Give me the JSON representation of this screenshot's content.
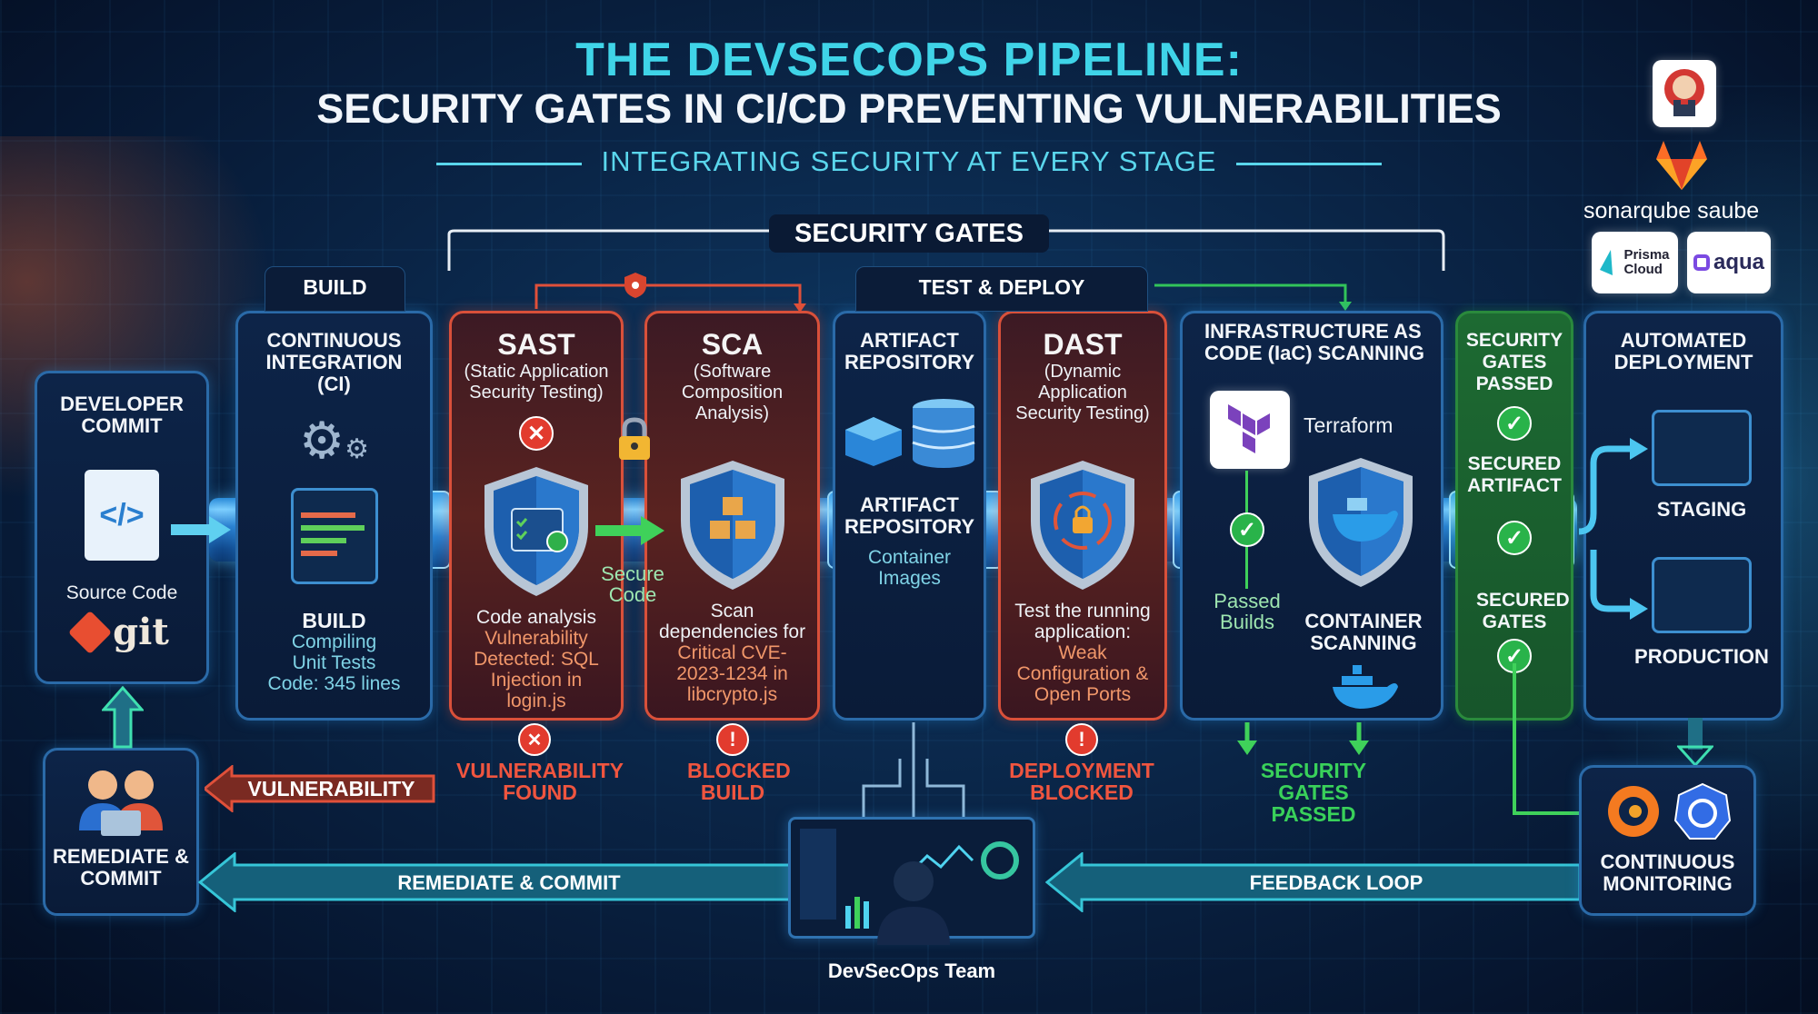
{
  "header": {
    "title_line1": "THE DEVSECOPS PIPELINE:",
    "title_line2": "SECURITY GATES IN CI/CD PREVENTING VULNERABILITIES",
    "subtitle": "INTEGRATING SECURITY AT EVERY STAGE"
  },
  "security_gates_label": "SECURITY GATES",
  "stage_tabs": {
    "build": "BUILD",
    "test_deploy": "TEST & DEPLOY"
  },
  "logos": {
    "jenkins": "Jenkins",
    "gitlab": "GitLab",
    "sonarqube": "sonarqube saube",
    "prisma_line1": "Prisma",
    "prisma_line2": "Cloud",
    "aqua": "aqua",
    "terraform": "Terraform",
    "git": "git"
  },
  "cards": {
    "developer": {
      "title": "DEVELOPER COMMIT",
      "label": "Source Code"
    },
    "ci": {
      "title": "CONTINUOUS INTEGRATION (CI)",
      "subtitle": "BUILD",
      "lines": [
        "Compiling",
        "Unit Tests",
        "Code: 345 lines"
      ]
    },
    "sast": {
      "title": "SAST",
      "subtitle": "(Static Application Security Testing)",
      "desc": "Code analysis",
      "finding": "Vulnerability Detected: SQL Injection in login.js"
    },
    "sca": {
      "title": "SCA",
      "subtitle": "(Software Composition Analysis)",
      "desc": "Scan dependencies for",
      "finding": "Critical CVE-2023-1234 in libcrypto.js"
    },
    "secure_code": "Secure Code",
    "artifact": {
      "title": "ARTIFACT REPOSITORY",
      "title2": "ARTIFACT REPOSITORY",
      "desc": "Container Images"
    },
    "dast": {
      "title": "DAST",
      "subtitle": "(Dynamic Application Security Testing)",
      "desc": "Test the running application:",
      "finding": "Weak Configuration & Open Ports"
    },
    "iac": {
      "title": "INFRASTRUCTURE AS CODE (IaC) SCANNING",
      "passed": "Passed Builds",
      "container": "CONTAINER SCANNING"
    },
    "gates_passed": {
      "title": "SECURITY GATES PASSED",
      "artifact": "SECURED ARTIFACT",
      "gates": "SECURED GATES"
    },
    "deploy": {
      "title": "AUTOMATED DEPLOYMENT",
      "staging": "STAGING",
      "production": "PRODUCTION"
    },
    "remediate": {
      "title": "REMEDIATE & COMMIT"
    },
    "monitoring": {
      "title": "CONTINUOUS MONITORING"
    }
  },
  "status": {
    "sast": "VULNERABILITY FOUND",
    "sca": "BLOCKED BUILD",
    "dast": "DEPLOYMENT BLOCKED",
    "passed": "SECURITY GATES PASSED"
  },
  "flows": {
    "vulnerability": "VULNERABILITY",
    "remediate_commit": "REMEDIATE & COMMIT",
    "feedback": "FEEDBACK LOOP",
    "team": "DevSecOps Team"
  },
  "colors": {
    "accent": "#3fd4e8",
    "danger": "#e23b2e",
    "success": "#29b34a"
  }
}
